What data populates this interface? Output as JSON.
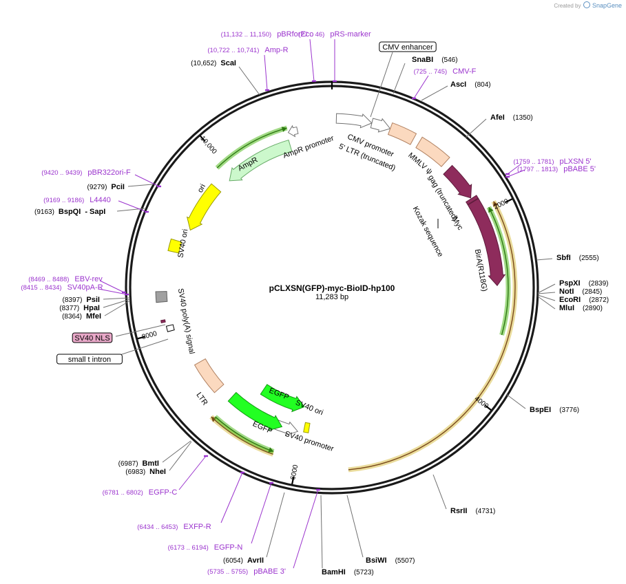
{
  "credit": {
    "prefix": "Created by",
    "brand": "SnapGene"
  },
  "plasmid": {
    "name": "pCLXSN(GFP)-myc-BioID-hp100",
    "length_label": "11,283 bp",
    "length": 11283
  },
  "colors": {
    "enzyme": "#000000",
    "primer": "#9a32cd",
    "backbone": "#1a1a1a",
    "tick": "#000000"
  },
  "ticks": [
    {
      "bp": 0,
      "label": ""
    },
    {
      "bp": 2000,
      "label": "2000"
    },
    {
      "bp": 4000,
      "label": "4000"
    },
    {
      "bp": 6000,
      "label": "6000"
    },
    {
      "bp": 8000,
      "label": "8000"
    },
    {
      "bp": 10000,
      "label": "10,000"
    }
  ],
  "features": [
    {
      "id": "cmv-enhancer",
      "start": 47,
      "end": 426,
      "strand": 1,
      "fill": "#ffffff",
      "stroke": "#707070",
      "arrow": true,
      "label": "CMV enhancer"
    },
    {
      "id": "cmv-promoter",
      "start": 427,
      "end": 630,
      "strand": 1,
      "fill": "#ffffff",
      "stroke": "#707070",
      "arrow": true,
      "label": "CMV promoter"
    },
    {
      "id": "5ltr",
      "start": 631,
      "end": 900,
      "strand": 1,
      "fill": "#fbd9bf",
      "stroke": "#b08060",
      "arrow": false,
      "label": "5' LTR (truncated)"
    },
    {
      "id": "mmlv-psi",
      "start": 970,
      "end": 1320,
      "strand": 1,
      "fill": "#fbd9bf",
      "stroke": "#b08060",
      "arrow": false,
      "label": "MMLV ψ"
    },
    {
      "id": "gag",
      "start": 1395,
      "end": 1790,
      "strand": 1,
      "fill": "#8e2c5c",
      "stroke": "#5e1c3c",
      "arrow": true,
      "label": "gag (truncated)"
    },
    {
      "id": "myc",
      "start": 1800,
      "end": 1835,
      "strand": 1,
      "fill": "#8e2c5c",
      "stroke": "#5e1c3c",
      "arrow": false,
      "label": "Myc"
    },
    {
      "id": "bira",
      "start": 1840,
      "end": 2800,
      "strand": 1,
      "fill": "#8e2c5c",
      "stroke": "#5e1c3c",
      "arrow": true,
      "label": "BirA(R118G)"
    },
    {
      "id": "sv40-ori-small",
      "start": 5930,
      "end": 5990,
      "strand": 1,
      "fill": "#ffff00",
      "stroke": "#999900",
      "arrow": false,
      "label": ""
    },
    {
      "id": "sv40-promoter",
      "start": 6060,
      "end": 6400,
      "strand": -1,
      "fill": "#ffffff",
      "stroke": "#707070",
      "arrow": true,
      "label": "SV40 promoter"
    },
    {
      "id": "egfp-2",
      "start": 6260,
      "end": 6970,
      "strand": -1,
      "fill": "#22ff22",
      "stroke": "#119911",
      "arrow": true,
      "label": "EGFP"
    },
    {
      "id": "egfp-1",
      "start": 6050,
      "end": 6700,
      "strand": -1,
      "fill": "#22ff22",
      "stroke": "#119911",
      "arrow": true,
      "label": "EGFP"
    },
    {
      "id": "ltr",
      "start": 7150,
      "end": 7540,
      "strand": 1,
      "fill": "#fbd9bf",
      "stroke": "#b08060",
      "arrow": false,
      "label": "LTR"
    },
    {
      "id": "small-t",
      "start": 7990,
      "end": 8050,
      "strand": 1,
      "fill": "#ffffff",
      "stroke": "#000000",
      "arrow": false,
      "label": ""
    },
    {
      "id": "sv40-nls",
      "start": 8095,
      "end": 8120,
      "strand": 1,
      "fill": "#8e2c5c",
      "stroke": "#5e1c3c",
      "arrow": false,
      "label": ""
    },
    {
      "id": "sv40-polya",
      "start": 8310,
      "end": 8420,
      "strand": 1,
      "fill": "#a0a0a0",
      "stroke": "#606060",
      "arrow": false,
      "label": "SV40 poly(A) signal"
    },
    {
      "id": "sv40-ori",
      "start": 8860,
      "end": 8990,
      "strand": 1,
      "fill": "#ffff00",
      "stroke": "#999900",
      "arrow": false,
      "label": "SV40 ori"
    },
    {
      "id": "ori",
      "start": 9155,
      "end": 9740,
      "strand": -1,
      "fill": "#ffff00",
      "stroke": "#999900",
      "arrow": true,
      "label": "ori"
    },
    {
      "id": "ampr",
      "start": 9910,
      "end": 10770,
      "strand": -1,
      "fill": "#ccf8cc",
      "stroke": "#66aa66",
      "arrow": true,
      "label": "AmpR"
    },
    {
      "id": "ampr-promoter",
      "start": 10790,
      "end": 10895,
      "strand": -1,
      "fill": "#ffffff",
      "stroke": "#707070",
      "arrow": true,
      "label": "AmpR promoter"
    }
  ],
  "bands": [
    {
      "id": "big-orange",
      "start": 1940,
      "end": 5480,
      "strand": -1,
      "color": "#d8c04a"
    },
    {
      "id": "egfp-orange",
      "start": 6250,
      "end": 6990,
      "strand": 1,
      "color": "#d8c04a"
    },
    {
      "id": "egfp-green",
      "start": 6255,
      "end": 6960,
      "strand": -1,
      "color": "#55bb22"
    },
    {
      "id": "bira-green",
      "start": 1970,
      "end": 3310,
      "strand": -1,
      "color": "#55bb22"
    },
    {
      "id": "ampr-green",
      "start": 9910,
      "end": 10790,
      "strand": 1,
      "color": "#55bb22"
    }
  ],
  "enzymes": [
    {
      "name": "SnaBI",
      "pos": "(546)"
    },
    {
      "name": "AscI",
      "pos": "(804)"
    },
    {
      "name": "AfeI",
      "pos": "(1350)"
    },
    {
      "name": "SbfI",
      "pos": "(2555)"
    },
    {
      "name": "PspXI",
      "pos": "(2839)"
    },
    {
      "name": "NotI",
      "pos": "(2845)"
    },
    {
      "name": "EcoRI",
      "pos": "(2872)"
    },
    {
      "name": "MluI",
      "pos": "(2890)"
    },
    {
      "name": "BspEI",
      "pos": "(3776)"
    },
    {
      "name": "RsrII",
      "pos": "(4731)"
    },
    {
      "name": "BsiWI",
      "pos": "(5507)"
    },
    {
      "name": "BamHI",
      "pos": "(5723)"
    },
    {
      "name": "AvrII",
      "pos": "(6054)"
    },
    {
      "name": "NheI",
      "pos": "(6983)"
    },
    {
      "name": "BmtI",
      "pos": "(6987)"
    },
    {
      "name": "MfeI",
      "pos": "(8364)"
    },
    {
      "name": "HpaI",
      "pos": "(8377)"
    },
    {
      "name": "PsiI",
      "pos": "(8397)"
    },
    {
      "name": "BspQI",
      "pos": "(9163)",
      "extra": "- SapI"
    },
    {
      "name": "PciI",
      "pos": "(9279)"
    },
    {
      "name": "ScaI",
      "pos": "(10,652)"
    }
  ],
  "primers": [
    {
      "name": "pRS-marker",
      "pos": "(27 .. 46)"
    },
    {
      "name": "pBRforEco",
      "pos": "(11,132 .. 11,150)"
    },
    {
      "name": "Amp-R",
      "pos": "(10,722 .. 10,741)"
    },
    {
      "name": "CMV-F",
      "pos": "(725 .. 745)"
    },
    {
      "name": "pLXSN 5'",
      "pos": "(1759 .. 1781)"
    },
    {
      "name": "pBABE 5'",
      "pos": "(1797 .. 1813)"
    },
    {
      "name": "pBR322ori-F",
      "pos": "(9420 .. 9439)"
    },
    {
      "name": "L4440",
      "pos": "(9169 .. 9186)"
    },
    {
      "name": "EBV-rev",
      "pos": "(8469 .. 8488)"
    },
    {
      "name": "SV40pA-R",
      "pos": "(8415 .. 8434)"
    },
    {
      "name": "EGFP-C",
      "pos": "(6781 .. 6802)"
    },
    {
      "name": "EXFP-R",
      "pos": "(6434 .. 6453)"
    },
    {
      "name": "EGFP-N",
      "pos": "(6173 .. 6194)"
    },
    {
      "name": "pBABE 3'",
      "pos": "(5735 .. 5755)"
    }
  ],
  "boxed_labels": [
    {
      "id": "cmv-enhancer-box",
      "text": "CMV enhancer",
      "fill": "#ffffff"
    },
    {
      "id": "sv40-nls-box",
      "text": "SV40 NLS",
      "fill": "#e8a8c8"
    },
    {
      "id": "small-t-box",
      "text": "small t intron",
      "fill": "#ffffff"
    }
  ],
  "inner_labels": [
    {
      "id": "ampr-promoter",
      "text": "AmpR promoter"
    },
    {
      "id": "cmv-promoter",
      "text": "CMV promoter"
    },
    {
      "id": "5ltr",
      "text": "5' LTR (truncated)"
    },
    {
      "id": "ampr",
      "text": "AmpR"
    },
    {
      "id": "mmlv-psi",
      "text": "MMLV ψ"
    },
    {
      "id": "gag",
      "text": "gag (truncated)"
    },
    {
      "id": "myc",
      "text": "Myc"
    },
    {
      "id": "kozak",
      "text": "Kozak sequence"
    },
    {
      "id": "ori",
      "text": "ori"
    },
    {
      "id": "sv40-ori",
      "text": "SV40 ori"
    },
    {
      "id": "bira",
      "text": "BirA(R118G)"
    },
    {
      "id": "sv40-polya",
      "text": "SV40 poly(A) signal"
    },
    {
      "id": "egfp-1",
      "text": "EGFP"
    },
    {
      "id": "sv40-ori-small",
      "text": "SV40 ori"
    },
    {
      "id": "egfp-2",
      "text": "EGFP"
    },
    {
      "id": "sv40-promoter",
      "text": "SV40 promoter"
    },
    {
      "id": "ltr",
      "text": "LTR"
    }
  ]
}
